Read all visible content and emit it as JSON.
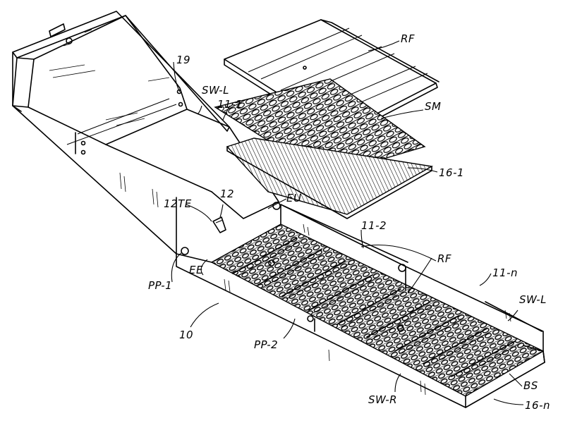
{
  "figure": {
    "labels": {
      "rf_top": "RF",
      "n19": "19",
      "swl_top": "SW-L",
      "n11_1": "11-1",
      "sm": "SM",
      "n16_1": "16-1",
      "eu": "EU",
      "n12": "12",
      "n12te": "12TE",
      "n11_2": "11-2",
      "rf_mid": "RF",
      "n11_n": "11-n",
      "swl_right": "SW-L",
      "ee": "EE",
      "pp1": "PP-1",
      "n10": "10",
      "pp2": "PP-2",
      "bs": "BS",
      "swr": "SW-R",
      "n16_n": "16-n"
    }
  }
}
